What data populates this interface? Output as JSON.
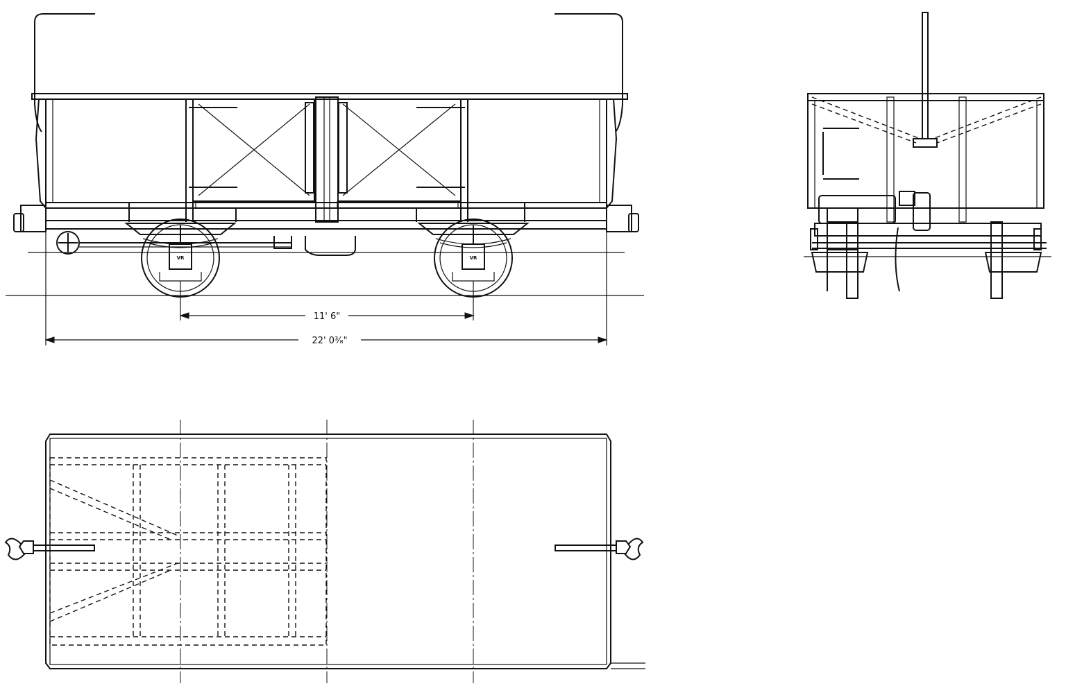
{
  "dimensions": {
    "wheelbase": "11' 6\"",
    "length_over_buffers": "22' 0³⁄₈\""
  },
  "axlebox_marks": [
    "VR",
    "VR"
  ]
}
